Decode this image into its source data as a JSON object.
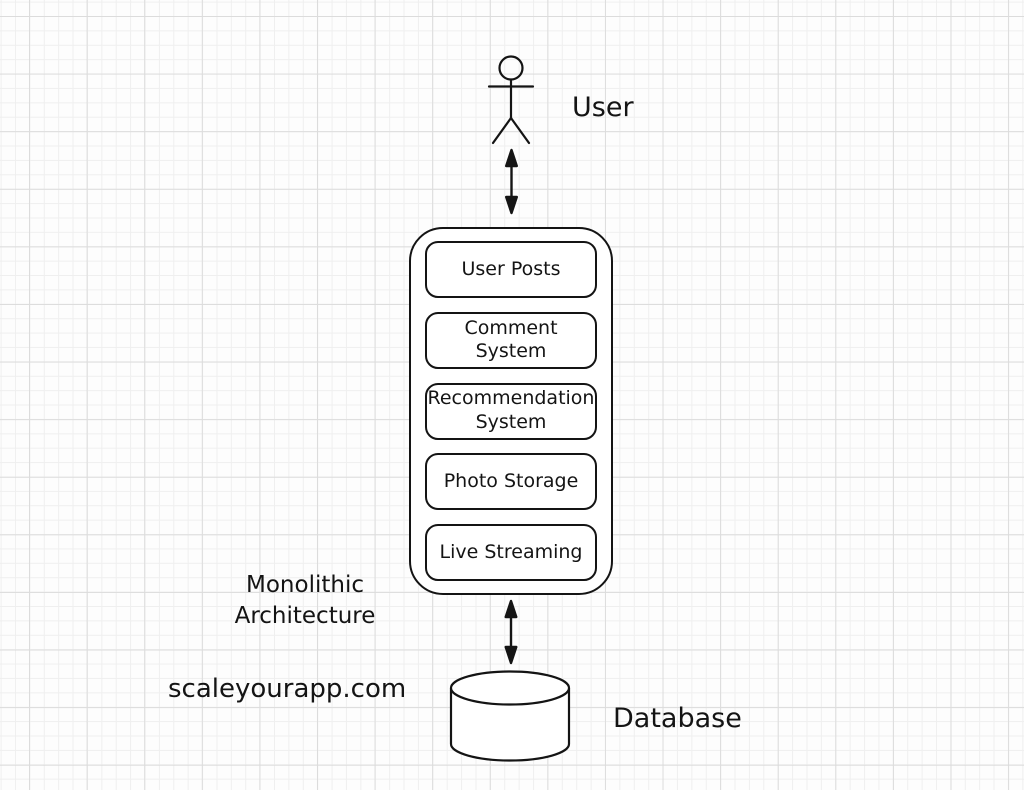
{
  "diagram": {
    "user_label": "User",
    "database_label": "Database",
    "monolith_caption": "Monolithic\nArchitecture",
    "modules": [
      "User Posts",
      "Comment\nSystem",
      "Recommendation\nSystem",
      "Photo Storage",
      "Live Streaming"
    ],
    "watermark": "scaleyourapp.com",
    "connections": [
      {
        "from": "User",
        "to": "Monolithic Architecture",
        "style": "double-headed-arrow"
      },
      {
        "from": "Monolithic Architecture",
        "to": "Database",
        "style": "double-headed-arrow"
      }
    ]
  },
  "colors": {
    "background": "#fdfdfd",
    "grid_minor": "#efefef",
    "grid_major": "#dcdcdc",
    "stroke": "#141414",
    "shape_fill": "#ffffff"
  }
}
